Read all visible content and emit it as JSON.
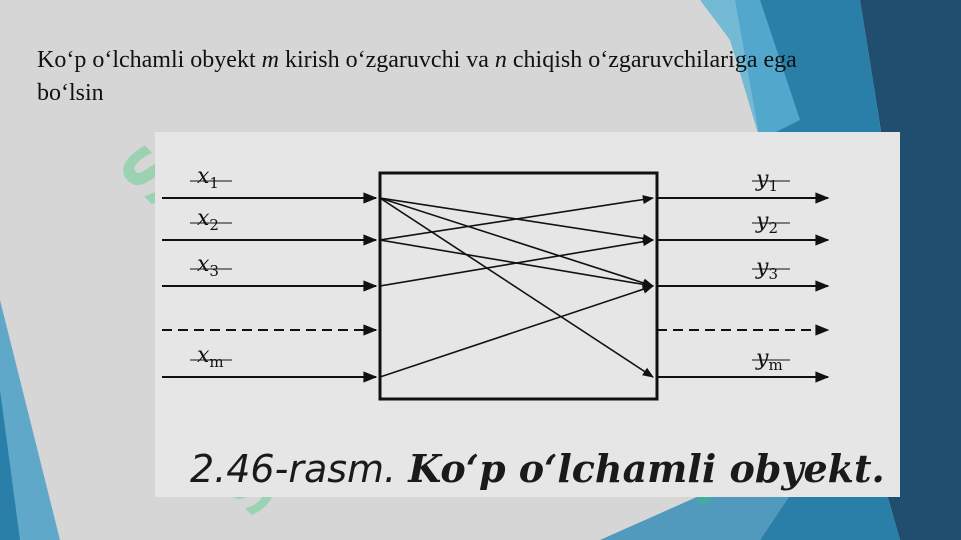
{
  "slide": {
    "title_parts": [
      {
        "text": "Ko‘p o‘lchamli obyekt ",
        "italic": false
      },
      {
        "text": "m",
        "italic": true
      },
      {
        "text": " kirish o‘zgaruvchi va ",
        "italic": false
      },
      {
        "text": "n",
        "italic": true
      },
      {
        "text": " chiqish o‘zgaruvchilariga ega bo‘lsin",
        "italic": false
      }
    ]
  },
  "figure": {
    "inputs": [
      {
        "label": "x",
        "sub": "1"
      },
      {
        "label": "x",
        "sub": "2"
      },
      {
        "label": "x",
        "sub": "3"
      },
      {
        "label": "",
        "sub": "",
        "dashed": true
      },
      {
        "label": "x",
        "sub": "m"
      }
    ],
    "outputs": [
      {
        "label": "y",
        "sub": "1"
      },
      {
        "label": "y",
        "sub": "2"
      },
      {
        "label": "y",
        "sub": "3"
      },
      {
        "label": "",
        "sub": "",
        "dashed": true
      },
      {
        "label": "y",
        "sub": "m"
      }
    ],
    "connections": [
      {
        "from": 0,
        "to": 2
      },
      {
        "from": 0,
        "to": 4
      },
      {
        "from": 1,
        "to": 0
      },
      {
        "from": 1,
        "to": 2
      },
      {
        "from": 2,
        "to": 1
      },
      {
        "from": 4,
        "to": 2
      },
      {
        "from": 0,
        "to": 1
      }
    ],
    "caption_number": "2.46-rasm.",
    "caption_title": "Ko‘p o‘lchamli obyekt."
  },
  "watermark": {
    "text": "SOFF",
    "color": "#2ecc71"
  },
  "colors": {
    "background": "#d6d6d6",
    "figure_bg": "#e6e6e6",
    "accent_dark": "#1f4e6e",
    "accent_mid": "#2a7fa8",
    "accent_light": "#5db3d5"
  }
}
